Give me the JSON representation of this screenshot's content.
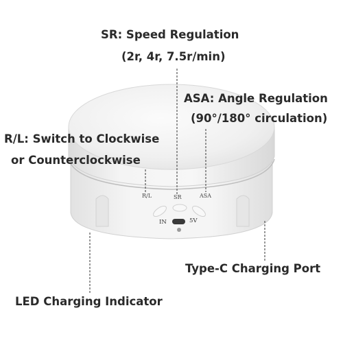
{
  "callouts": {
    "sr_title": "SR: Speed Regulation",
    "sr_detail": "(2r, 4r, 7.5r/min)",
    "asa_title": "ASA: Angle Regulation",
    "asa_detail": "(90°/180° circulation)",
    "rl_title": "R/L: Switch to Clockwise",
    "rl_detail": "or Counterclockwise",
    "type_c": "Type-C Charging Port",
    "led": "LED Charging Indicator"
  },
  "device": {
    "button_rl": "R/L",
    "button_sr": "SR",
    "button_asa": "ASA",
    "port_in": "IN",
    "port_5v": "5V"
  },
  "colors": {
    "body": "#f3f3f3",
    "shadow": "#d6d6d6",
    "text": "#2a2a2a",
    "leader_line": "#555555"
  }
}
